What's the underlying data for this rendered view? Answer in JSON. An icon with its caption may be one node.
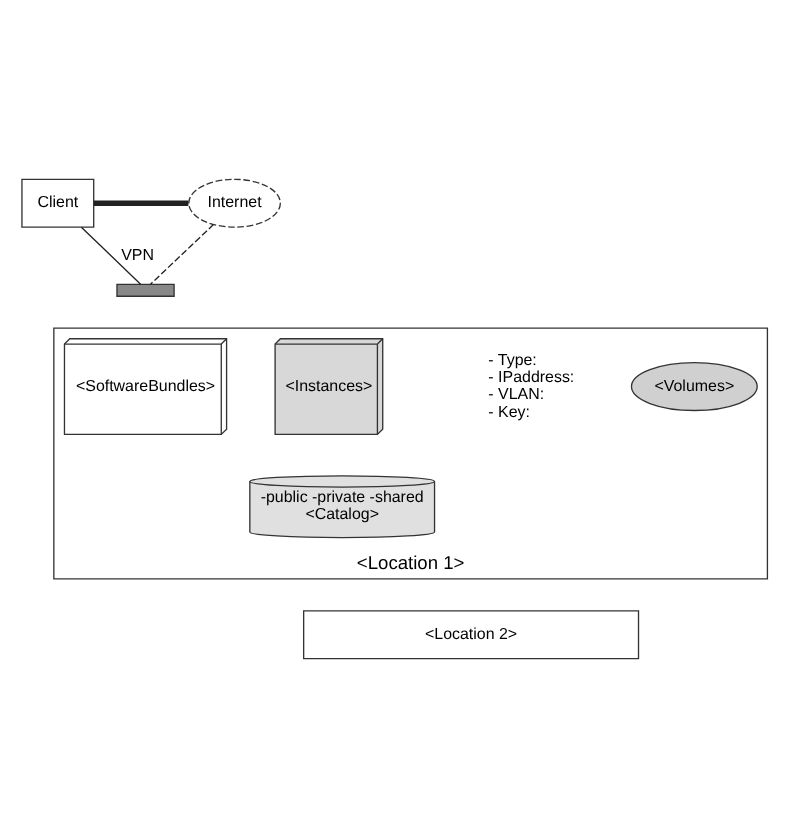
{
  "diagram": {
    "nodes": [
      {
        "text": [
          "Client"
        ]
      },
      {
        "text": [
          "Internet"
        ]
      },
      {
        "text": [],
        "shape": "bar"
      },
      {
        "text": [
          "<Location 1>"
        ]
      },
      {
        "text": [
          "<SoftwareBundles>"
        ],
        "in": 3
      },
      {
        "text": [
          "<Instances>"
        ],
        "in": 3,
        "beside": [
          "- Type:",
          "- IPaddress:",
          "- VLAN:",
          "- Key:"
        ]
      },
      {
        "text": [
          "-public -private -shared",
          "<Catalog>"
        ],
        "in": 3
      },
      {
        "text": [
          "<Volumes>"
        ],
        "in": 3
      },
      {
        "text": [
          "<Location 2>"
        ]
      }
    ],
    "edges": [
      {
        "from": 0,
        "to": 1,
        "arrow": "none",
        "style": "thick"
      },
      {
        "from": 0,
        "to": 2,
        "arrow": "none",
        "label": "VPN"
      },
      {
        "from": 1,
        "to": 2,
        "arrow": "none",
        "style": "dashed"
      }
    ]
  }
}
